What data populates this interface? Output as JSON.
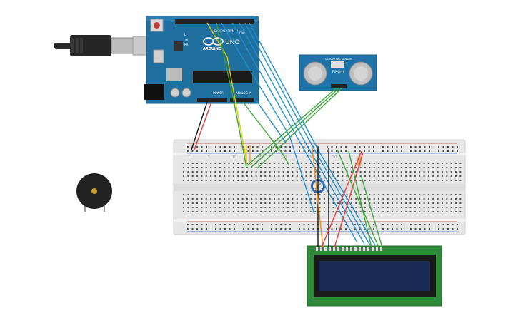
{
  "arduino": {
    "brand": "ARDUINO",
    "model": "UNO",
    "digital_label": "DIGITAL (PWM~)",
    "power_label": "POWER",
    "analog_label": "ANALOG IN",
    "on_label": "ON",
    "tx_label": "TX",
    "rx_label": "RX",
    "l_label": "L",
    "colors": {
      "board": "#1f6f9f",
      "board_dark": "#175a82",
      "usb_plug": "#2a2a2a"
    }
  },
  "ultrasonic": {
    "name": "PING)))",
    "top_text": "ULTRASONIC SENSOR",
    "colors": {
      "board": "#1e73a8",
      "transducer": "#cfcfcf"
    }
  },
  "breadboard": {
    "column_numbers": [
      "1",
      "5",
      "10",
      "15",
      "20",
      "25",
      "30"
    ],
    "colors": {
      "body": "#e8e8e8",
      "rail_red": "#d43b3b",
      "rail_blue": "#3a66c4"
    }
  },
  "lcd": {
    "colors": {
      "pcb": "#2f8a3a",
      "screen_frame": "#1a1a1a",
      "screen": "#1c2a57"
    }
  },
  "buzzer": {
    "colors": {
      "body": "#222222",
      "center": "#c8a030"
    }
  },
  "wires": {
    "colors": {
      "red": "#e23b3b",
      "black": "#111111",
      "yellow": "#e8c600",
      "green": "#3aa53a",
      "blue": "#1f8fcf",
      "orange": "#f08c1a"
    }
  }
}
